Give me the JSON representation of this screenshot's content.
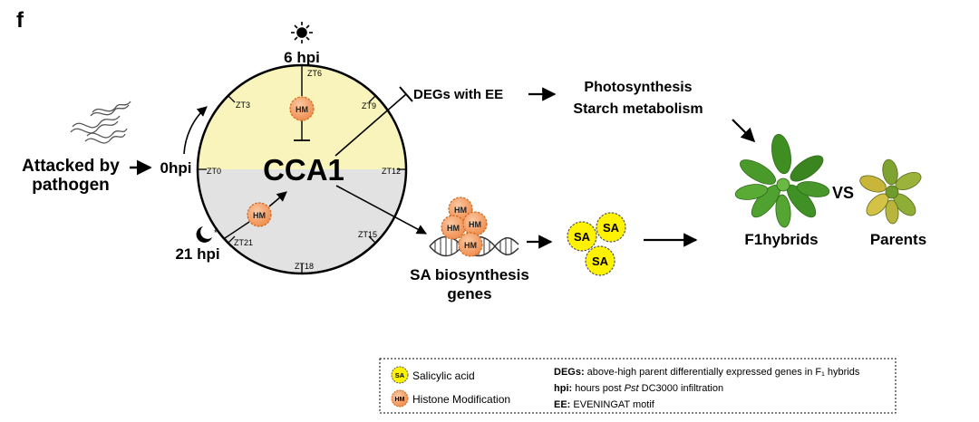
{
  "panel_label": "f",
  "pathogen": {
    "line1": "Attacked by",
    "line2": "pathogen"
  },
  "timepoints": {
    "start": "0hpi",
    "t6": "6 hpi",
    "t21": "21 hpi"
  },
  "clock": {
    "center_label": "CCA1",
    "zt": {
      "zt0": "ZT0",
      "zt3": "ZT3",
      "zt6": "ZT6",
      "zt9": "ZT9",
      "zt12": "ZT12",
      "zt15": "ZT15",
      "zt18": "ZT18",
      "zt21": "ZT21"
    },
    "colors": {
      "day": "#f8f4bb",
      "night": "#e2e2e2"
    }
  },
  "hm_label": "HM",
  "sa_label": "SA",
  "degs": "DEGs with EE",
  "processes": {
    "line1": "Photosynthesis",
    "line2": "Starch metabolism"
  },
  "sa_genes": {
    "line1": "SA biosynthesis",
    "line2": "genes"
  },
  "comparison": {
    "hybrids": "F1hybrids",
    "vs": "VS",
    "parents": "Parents"
  },
  "legend": {
    "sa_item": "Salicylic acid",
    "hm_item": "Histone Modification",
    "degs_term": "DEGs:",
    "degs_def": " above-high parent differentially expressed genes in F₁ hybrids",
    "hpi_term": "hpi:",
    "hpi_def_pre": " hours post ",
    "hpi_def_italic": "Pst",
    "hpi_def_post": " DC3000 infiltration",
    "ee_term": "EE:",
    "ee_def": " EVENINGAT motif"
  },
  "colors": {
    "sa_fill": "#fff200",
    "hm_fill": "#f5a06a",
    "hm_stroke": "#d2691e"
  }
}
